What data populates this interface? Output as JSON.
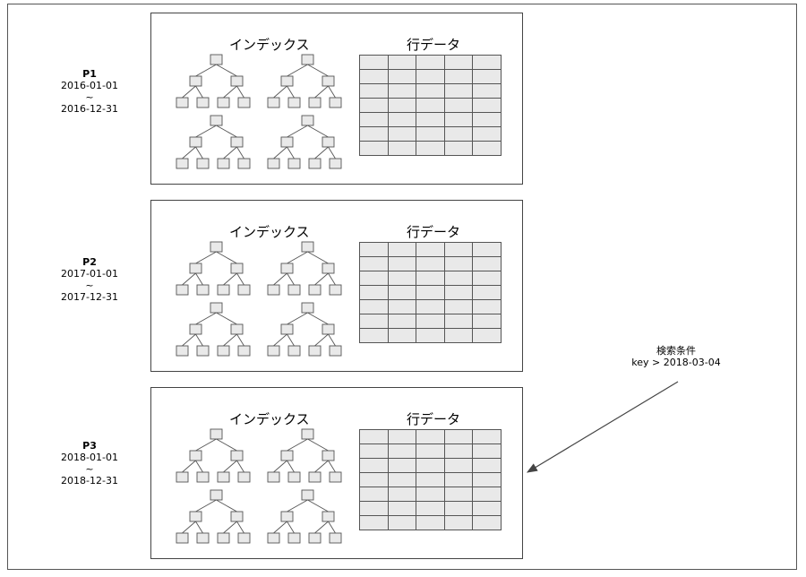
{
  "partitions": [
    {
      "name": "P1",
      "start": "2016-01-01",
      "sep": "~",
      "end": "2016-12-31",
      "index_label": "インデックス",
      "rows_label": "行データ"
    },
    {
      "name": "P2",
      "start": "2017-01-01",
      "sep": "~",
      "end": "2017-12-31",
      "index_label": "インデックス",
      "rows_label": "行データ"
    },
    {
      "name": "P3",
      "start": "2018-01-01",
      "sep": "~",
      "end": "2018-12-31",
      "index_label": "インデックス",
      "rows_label": "行データ"
    }
  ],
  "query": {
    "title": "検索条件",
    "condition": "key > 2018-03-04"
  },
  "colors": {
    "cell_fill": "#e9e9e9",
    "node_fill": "#e9e9e9",
    "stroke": "#555555"
  }
}
